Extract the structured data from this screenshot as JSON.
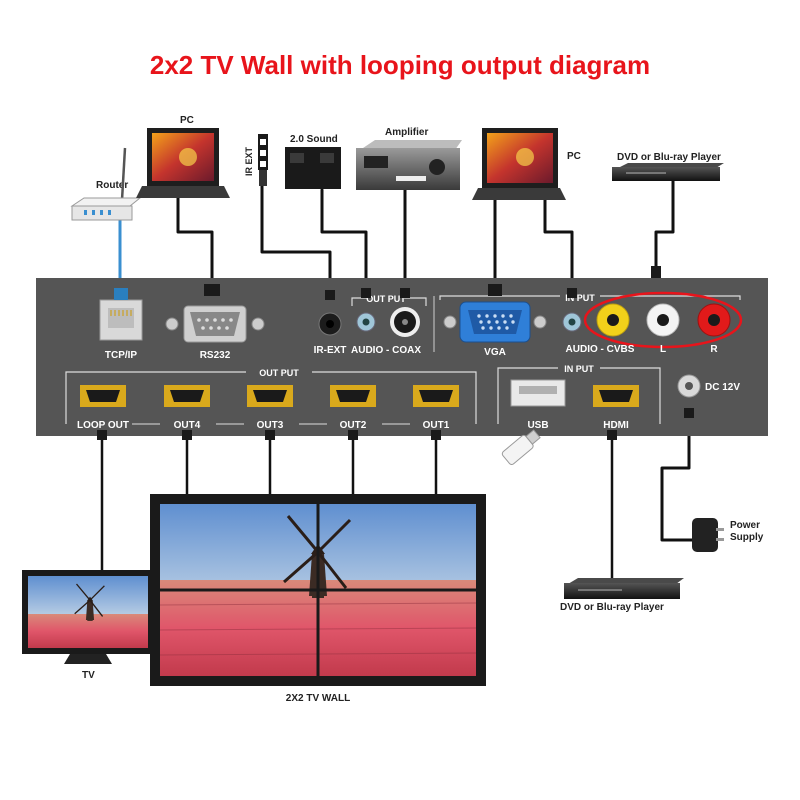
{
  "title": "2x2 TV Wall with looping output diagram",
  "colors": {
    "title": "#e8141b",
    "panel": "#555555",
    "cable_blue": "#3a8fd0",
    "cable_black": "#111111",
    "highlight_ring": "#e8141b",
    "hdmi_gold": "#d9a91c",
    "vga_blue": "#2f7fd8"
  },
  "devices": {
    "router": "Router",
    "pc_left": "PC",
    "ir_ext": "IR EXT",
    "sound": "2.0 Sound",
    "amplifier": "Amplifier",
    "pc_right": "PC",
    "dvd_top": "DVD or Blu-ray Player",
    "dvd_bottom": "DVD or Blu-ray Player",
    "power_supply": "Power Supply",
    "tv": "TV",
    "tv_wall": "2X2 TV  WALL"
  },
  "panel": {
    "tcpip": "TCP/IP",
    "rs232": "RS232",
    "ir_ext": "IR-EXT",
    "output_top": "OUT PUT",
    "audio_coax": "AUDIO - COAX",
    "input_top": "IN PUT",
    "vga": "VGA",
    "audio_cvbs": "AUDIO - CVBS",
    "left_ch": "L",
    "right_ch": "R",
    "output_bottom": "OUT PUT",
    "loop_out": "LOOP OUT",
    "out4": "OUT4",
    "out3": "OUT3",
    "out2": "OUT2",
    "out1": "OUT1",
    "input_bottom": "IN PUT",
    "usb": "USB",
    "hdmi": "HDMI",
    "dc": "DC 12V"
  }
}
